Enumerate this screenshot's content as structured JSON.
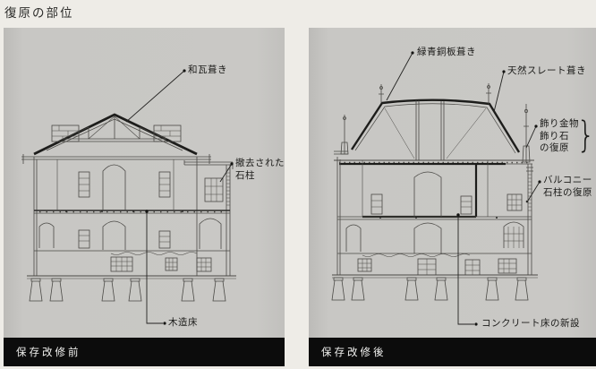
{
  "title": "復原の部位",
  "colors": {
    "page_bg": "#eeece7",
    "panel_bg": "#c8c7c4",
    "bar_bg": "#0c0c0c",
    "bar_text": "#f2f2f0",
    "label_text": "#1a1a18",
    "drawing_line": "#4a4945",
    "drawing_bold": "#1d1d1b"
  },
  "panel_before": {
    "caption": "保存改修前",
    "label_roof": "和瓦葺き",
    "label_pillar_1": "撤去された",
    "label_pillar_2": "石柱",
    "label_floor": "木造床"
  },
  "panel_after": {
    "caption": "保存改修後",
    "label_copper": "緑青銅板葺き",
    "label_slate": "天然スレート葺き",
    "label_ornament_1": "飾り金物",
    "label_ornament_2": "飾り石",
    "label_ornament_3": "の復原",
    "ornament_brace": "}",
    "label_balcony_1": "バルコニー",
    "label_balcony_2": "石柱の復原",
    "label_concrete": "コンクリート床の新設"
  }
}
